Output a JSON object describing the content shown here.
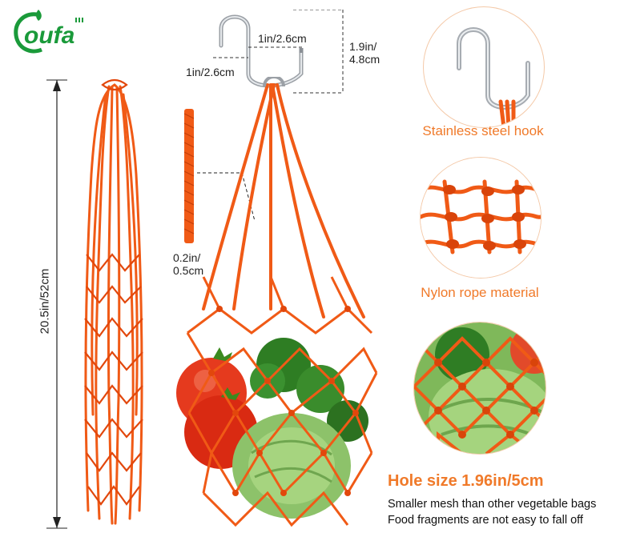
{
  "brand": {
    "logo_text": "oufa"
  },
  "dimensions": {
    "length": "20.5in/52cm",
    "hook_width_top": "1in/2.6cm",
    "hook_width_side": "1in/2.6cm",
    "hook_height": "1.9in/\n4.8cm",
    "rope_diameter": "0.2in/\n0.5cm"
  },
  "features": [
    {
      "label": "Stainless steel hook",
      "icon": "hook-icon"
    },
    {
      "label": "Nylon rope material",
      "icon": "rope-icon"
    },
    {
      "label": "Hole size 1.96in/5cm",
      "icon": "mesh-closeup-icon"
    }
  ],
  "description": "Smaller mesh than other vegetable bags Food fragments are not easy to fall off",
  "colors": {
    "accent": "#f07a2a",
    "rope": "#f05a16",
    "logo_green": "#1a9a3a"
  }
}
